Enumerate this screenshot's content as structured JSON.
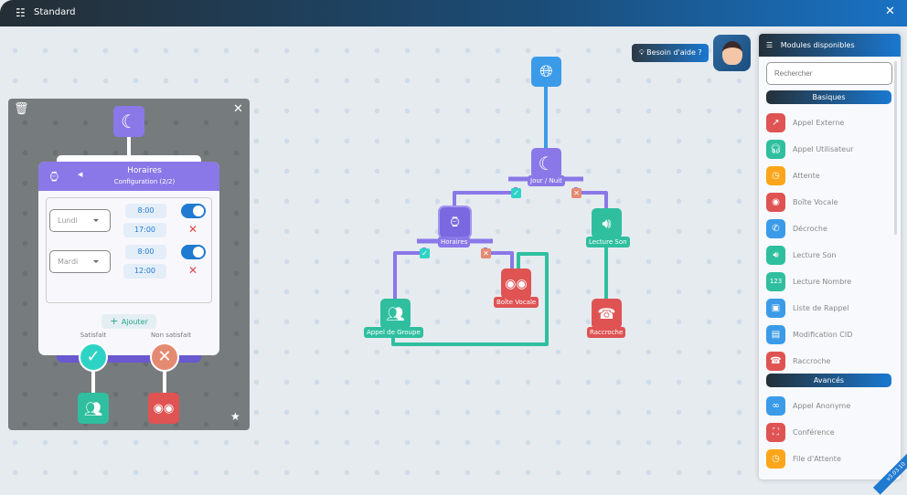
{
  "header": {
    "title": "Standard",
    "icon": "sitemap-icon"
  },
  "help": {
    "label": "Besoin d'aide ?"
  },
  "flow": {
    "nodes": [
      {
        "id": "globe",
        "label": "",
        "color": "#3b9be8"
      },
      {
        "id": "jour-nuit",
        "label": "Jour / Nuit",
        "color": "#8a78e8"
      },
      {
        "id": "horaires",
        "label": "Horaires",
        "color": "#7a68e0"
      },
      {
        "id": "lecture-son",
        "label": "Lecture Son",
        "color": "#2fbf9f"
      },
      {
        "id": "boite-vocale",
        "label": "Boîte Vocale",
        "color": "#df5353"
      },
      {
        "id": "appel-groupe",
        "label": "Appel de Groupe",
        "color": "#2fbf9f"
      },
      {
        "id": "raccroche",
        "label": "Raccroche",
        "color": "#df5353"
      }
    ]
  },
  "editor": {
    "title": "Horaires",
    "subtitle": "Configuration (2/2)",
    "rows": [
      {
        "day": "Lundi",
        "start": "8:00",
        "end": "17:00",
        "enabled": true
      },
      {
        "day": "Mardi",
        "start": "8:00",
        "end": "12:00",
        "enabled": true
      }
    ],
    "add_label": "Ajouter",
    "satisfied_label": "Satisfait",
    "not_satisfied_label": "Non satisfait"
  },
  "modules": {
    "title": "Modules disponibles",
    "search_placeholder": "Rechercher",
    "sections": [
      {
        "title": "Basiques",
        "items": [
          {
            "label": "Appel Externe",
            "color": "#df5353",
            "icon": "phone-outgoing-icon"
          },
          {
            "label": "Appel Utilisateur",
            "color": "#2fbf9f",
            "icon": "headset-icon"
          },
          {
            "label": "Attente",
            "color": "#fba61a",
            "icon": "clock-icon"
          },
          {
            "label": "Boîte Vocale",
            "color": "#df5353",
            "icon": "voicemail-icon"
          },
          {
            "label": "Décroche",
            "color": "#3b9be8",
            "icon": "phone-icon"
          },
          {
            "label": "Lecture Son",
            "color": "#2fbf9f",
            "icon": "speaker-icon"
          },
          {
            "label": "Lecture Nombre",
            "color": "#2fbf9f",
            "icon": "numbers-icon"
          },
          {
            "label": "Liste de Rappel",
            "color": "#3b9be8",
            "icon": "phonebook-icon"
          },
          {
            "label": "Modification CID",
            "color": "#3b9be8",
            "icon": "id-card-icon"
          },
          {
            "label": "Raccroche",
            "color": "#df5353",
            "icon": "hangup-icon"
          }
        ]
      },
      {
        "title": "Avancés",
        "items": [
          {
            "label": "Appel Anonyme",
            "color": "#3b9be8",
            "icon": "incognito-icon"
          },
          {
            "label": "Conférence",
            "color": "#df5353",
            "icon": "conference-icon"
          },
          {
            "label": "File d'Attente",
            "color": "#fba61a",
            "icon": "clock-icon"
          }
        ]
      }
    ]
  },
  "version": "v3.03.10"
}
